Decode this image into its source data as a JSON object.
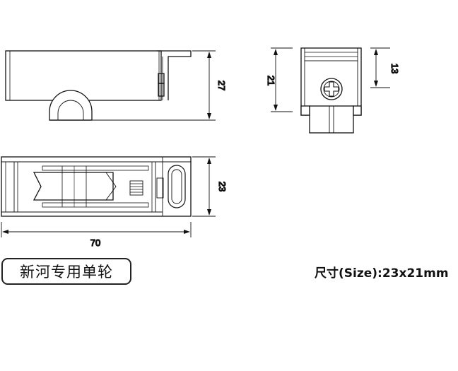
{
  "product": {
    "name": "新河专用单轮",
    "size_label": "尺寸(Size):23x21mm"
  },
  "dimensions": {
    "side_height": "27",
    "front_height": "21",
    "front_top_offset": "13",
    "top_width": "23",
    "overall_length": "70"
  }
}
